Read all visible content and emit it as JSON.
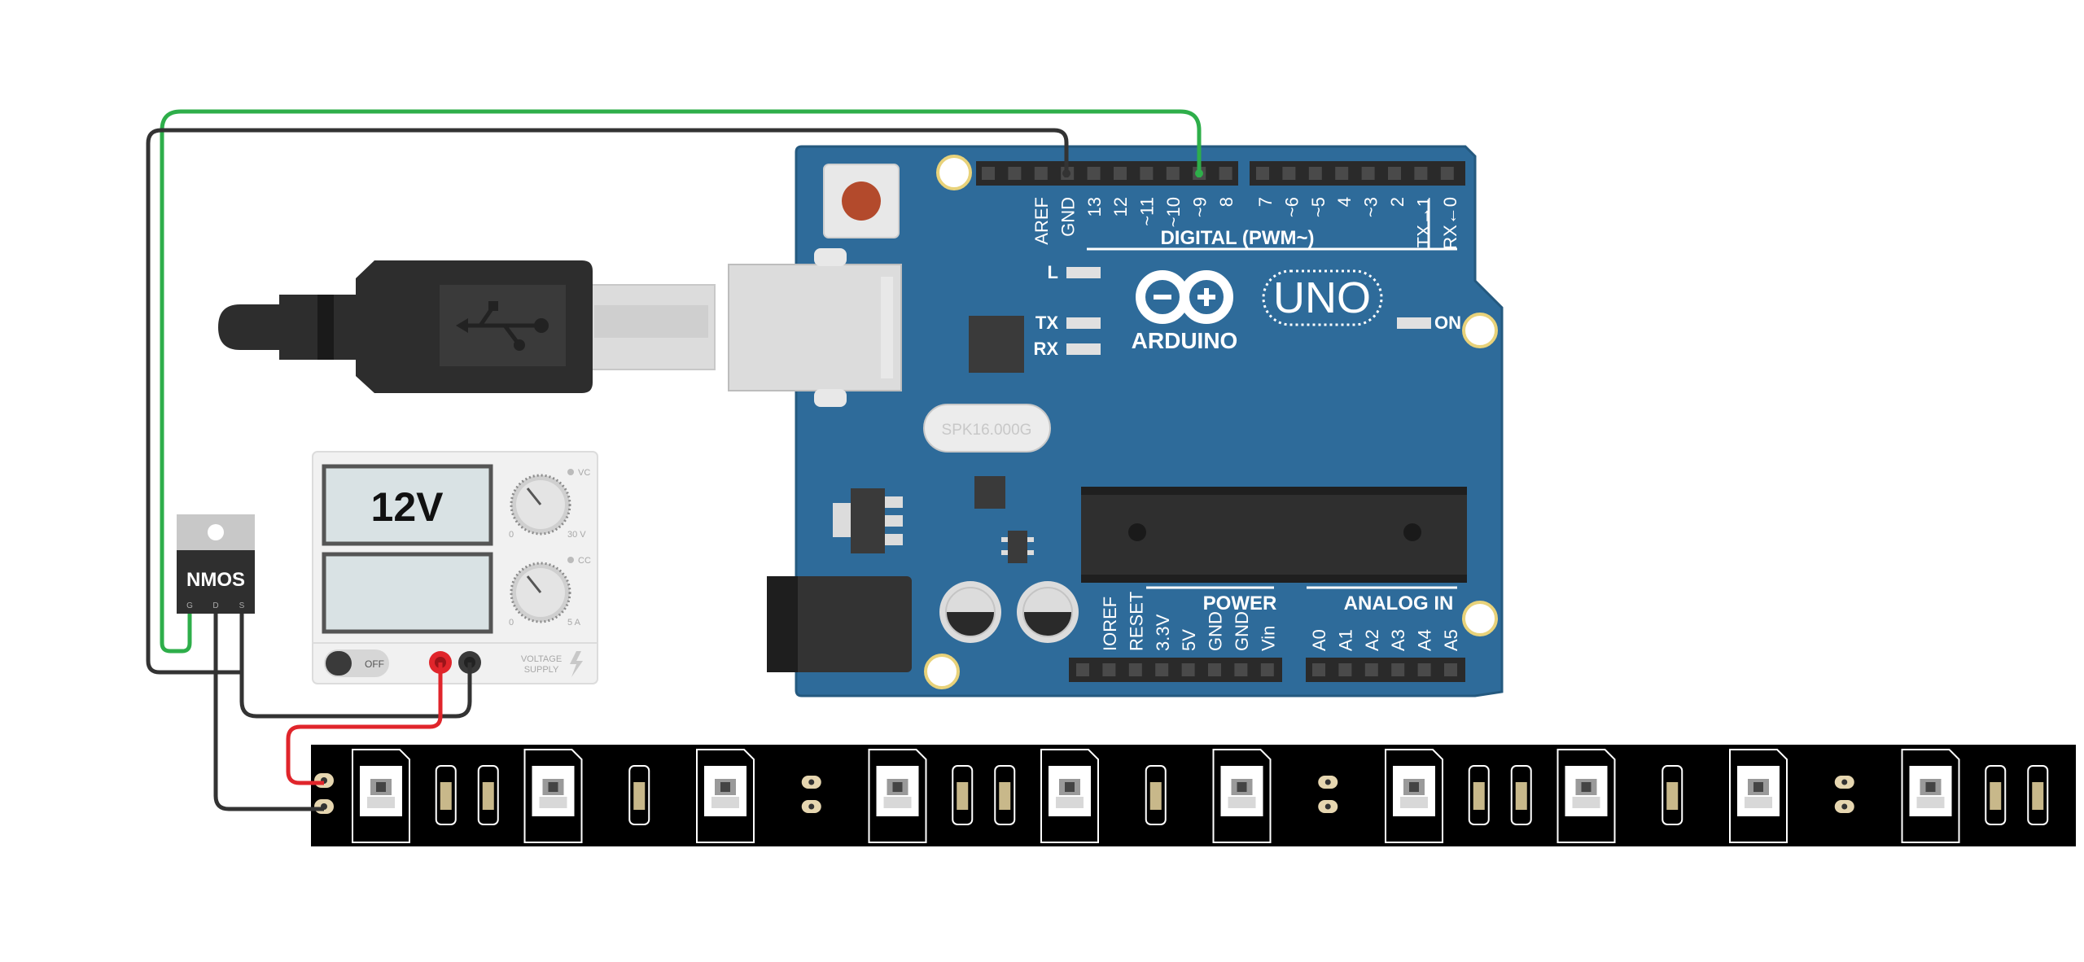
{
  "arduino": {
    "brand": "ARDUINO",
    "model": "UNO",
    "digital_header_label": "DIGITAL (PWM~)",
    "power_label": "POWER",
    "analog_label": "ANALOG IN",
    "on_label": "ON",
    "led_l": "L",
    "led_tx": "TX",
    "led_rx": "RX",
    "crystal_label": "SPK16.000G",
    "digital_pins_left": [
      "AREF",
      "GND",
      "13",
      "12",
      "~11",
      "~10",
      "~9",
      "8"
    ],
    "digital_pins_right": [
      "7",
      "~6",
      "~5",
      "4",
      "~3",
      "2",
      "TX→1",
      "RX←0"
    ],
    "power_pins": [
      "IOREF",
      "RESET",
      "3.3V",
      "5V",
      "GND",
      "GND",
      "Vin"
    ],
    "analog_pins": [
      "A0",
      "A1",
      "A2",
      "A3",
      "A4",
      "A5"
    ]
  },
  "power_supply": {
    "voltage_display": "12V",
    "current_display": "",
    "switch_label": "OFF",
    "brand_line1": "VOLTAGE",
    "brand_line2": "SUPPLY",
    "knob1_tag": "VC",
    "knob1_min": "0",
    "knob1_max": "30 V",
    "knob2_tag": "CC",
    "knob2_min": "0",
    "knob2_max": "5 A"
  },
  "transistor": {
    "label": "NMOS",
    "pins": [
      "G",
      "D",
      "S"
    ]
  },
  "led_strip": {
    "led_count": 10
  },
  "wires": {
    "signal_color": "#2eae4a",
    "ground_color": "#333333",
    "power_color": "#e0252b"
  },
  "colors": {
    "board": "#2e6b9a",
    "board_edge": "#24597f",
    "header": "#2a2a2a",
    "strip": "#000000"
  }
}
